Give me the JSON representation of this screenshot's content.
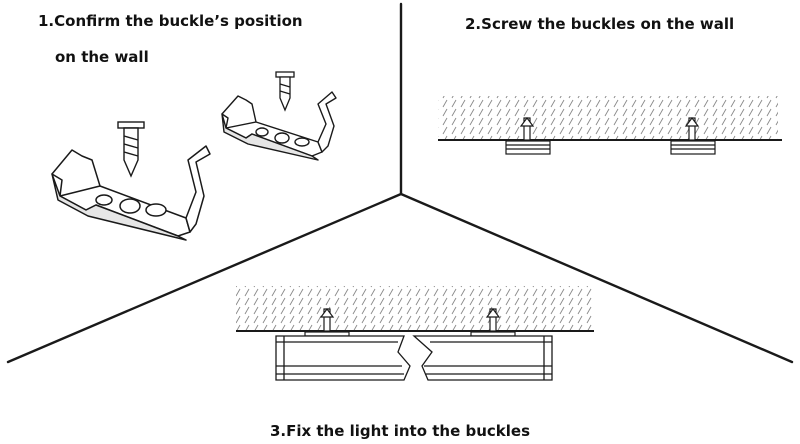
{
  "steps": [
    {
      "id": "1",
      "title_line1": "1.Confirm the buckle’s position",
      "title_line2": "on the wall"
    },
    {
      "id": "2",
      "title": "2.Screw the buckles on the wall"
    },
    {
      "id": "3",
      "title": "3.Fix the light into the buckles"
    }
  ],
  "colors": {
    "line": "#1a1a1a",
    "hatch": "#9a9a9a",
    "fill": "#ffffff",
    "shade": "#cfcfcf"
  }
}
